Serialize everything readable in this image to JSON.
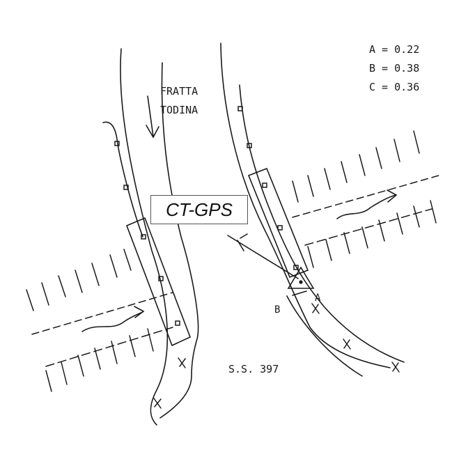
{
  "labels": {
    "place_line1": "FRATTA",
    "place_line2": "TODINA",
    "road": "S.S. 397",
    "box": "CT-GPS",
    "point_a": "A",
    "point_b": "B"
  },
  "legend": [
    {
      "text": "A = 0.22"
    },
    {
      "text": "B = 0.38"
    },
    {
      "text": "C = 0.36"
    }
  ]
}
